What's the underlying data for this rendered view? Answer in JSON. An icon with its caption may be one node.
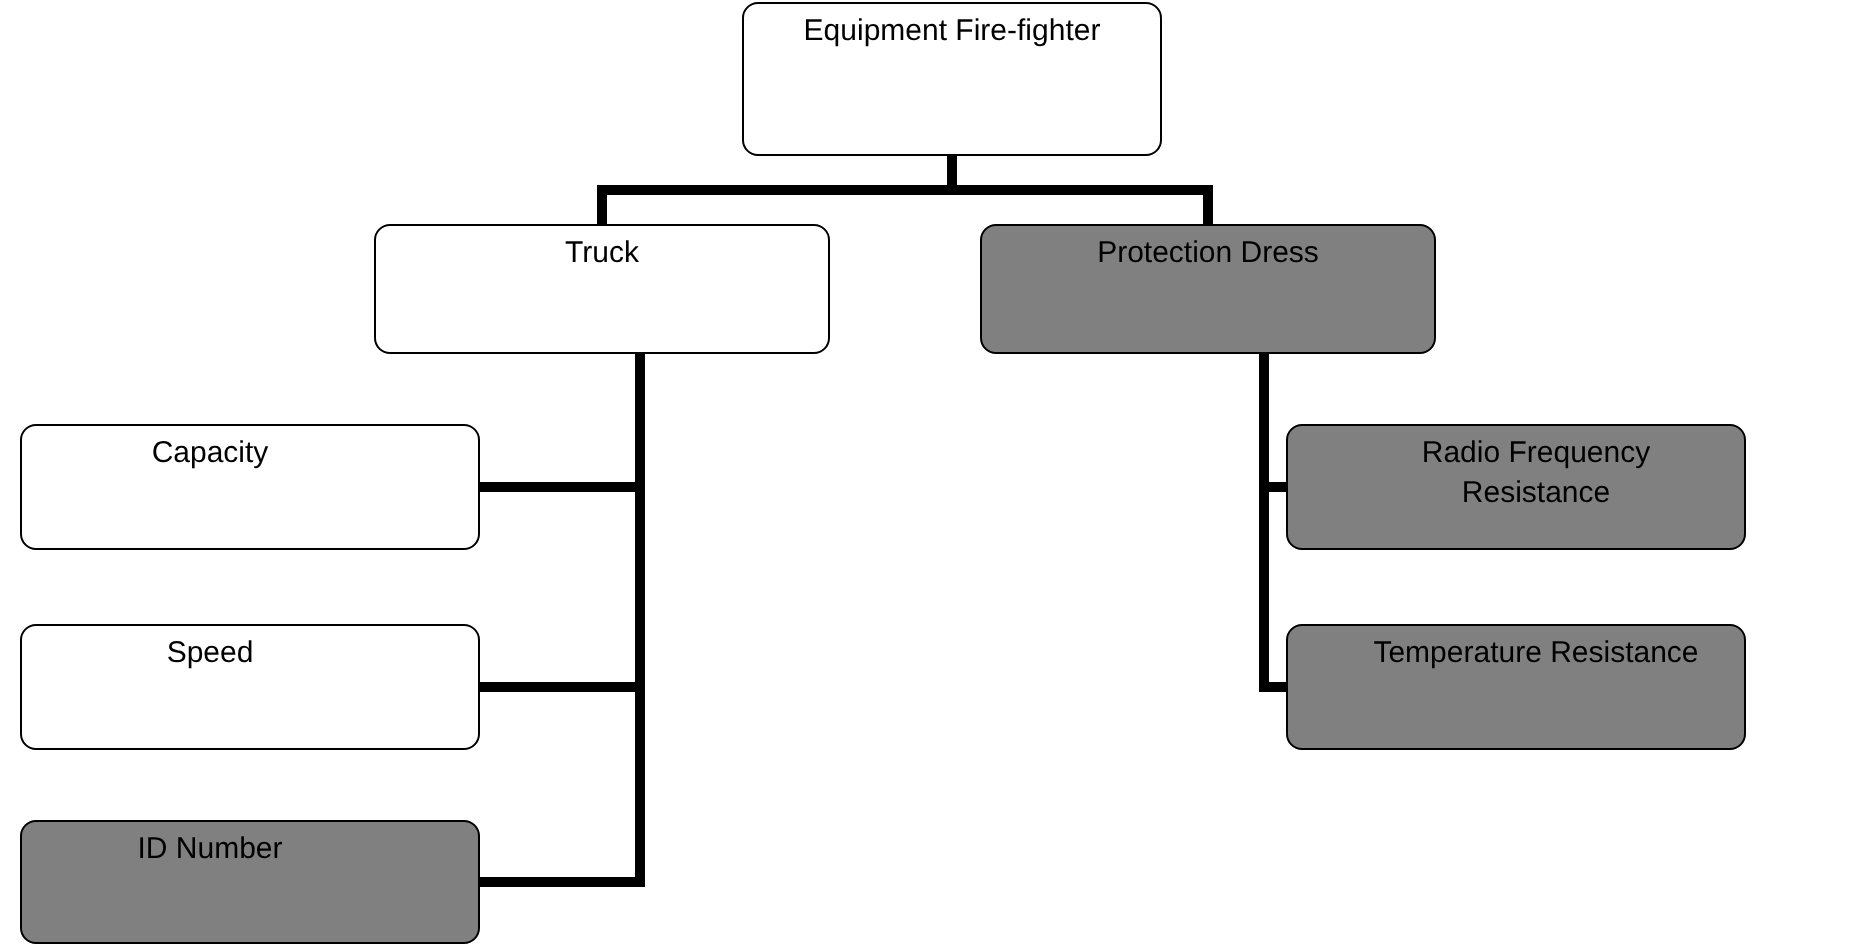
{
  "diagram": {
    "nodes": [
      {
        "text": [
          "Equipment Fire-fighter"
        ]
      },
      {
        "text": [
          "Truck"
        ]
      },
      {
        "text": [
          "Protection Dress"
        ]
      },
      {
        "text": [
          "Capacity"
        ]
      },
      {
        "text": [
          "Speed"
        ]
      },
      {
        "text": [
          "ID Number"
        ]
      },
      {
        "text": [
          "Radio Frequency Resistance"
        ]
      },
      {
        "text": [
          "Temperature Resistance"
        ]
      }
    ],
    "edges": [
      {
        "from": 0,
        "to": 1,
        "arrow": "none"
      },
      {
        "from": 0,
        "to": 2,
        "arrow": "none"
      },
      {
        "from": 1,
        "to": 3,
        "arrow": "none"
      },
      {
        "from": 1,
        "to": 4,
        "arrow": "none"
      },
      {
        "from": 1,
        "to": 5,
        "arrow": "none"
      },
      {
        "from": 2,
        "to": 6,
        "arrow": "none"
      },
      {
        "from": 2,
        "to": 7,
        "arrow": "none"
      }
    ]
  }
}
